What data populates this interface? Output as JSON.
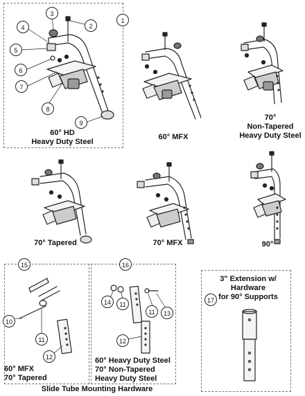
{
  "panels": {
    "p1": {
      "line1": "60° HD",
      "line2": "Heavy Duty Steel"
    },
    "p2": {
      "line1": "60° MFX"
    },
    "p3": {
      "line1": "70°",
      "line2": "Non-Tapered",
      "line3": "Heavy Duty Steel"
    },
    "p4": {
      "line1": "70° Tapered"
    },
    "p5": {
      "line1": "70° MFX"
    },
    "p6": {
      "line1": "90°"
    },
    "p15": {
      "line1": "60° MFX",
      "line2": "70° Tapered"
    },
    "p16": {
      "line1": "60° Heavy Duty Steel",
      "line2": "70° Non-Tapered",
      "line3": "Heavy Duty Steel"
    },
    "p17": {
      "line1": "3\" Extension w/ Hardware",
      "line2": "for 90° Supports"
    }
  },
  "group_label": "Slide Tube Mounting Hardware",
  "callouts": {
    "c1": "1",
    "c2": "2",
    "c3": "3",
    "c4": "4",
    "c5": "5",
    "c6": "6",
    "c7": "7",
    "c8": "8",
    "c9": "9",
    "c10": "10",
    "c11a": "11",
    "c12a": "12",
    "c15": "15",
    "c16": "16",
    "c14": "14",
    "c11b": "11",
    "c11c": "11",
    "c13": "13",
    "c12b": "12",
    "c17": "17"
  }
}
